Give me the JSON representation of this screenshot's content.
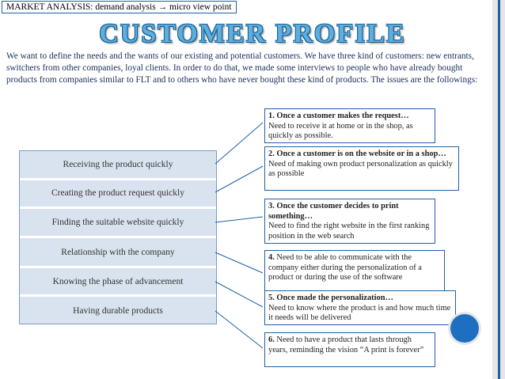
{
  "header": {
    "tag": "MARKET ANALYSIS: demand analysis → micro view point",
    "title": "CUSTOMER PROFILE"
  },
  "intro": "We want to define the needs and the wants of our existing and potential customers. We have three kind of customers: new entrants, switchers from other companies, loyal clients. In order to do that, we made some interviews to people who have already bought products from companies similar to FLT and to others who have never bought these kind of products. The issues are the followings:",
  "left_items": [
    "Receiving the product quickly",
    "Creating the product request quickly",
    "Finding the suitable website quickly",
    "Relationship with the company",
    "Knowing the phase of advancement",
    "Having durable products"
  ],
  "boxes": [
    {
      "head": "1. Once a customer makes the request…",
      "body": "Need to receive it at home or in the shop,  as quickly as possible."
    },
    {
      "head": "2. Once a customer is on the website or in a shop…",
      "body": "Need of making own product personalization as quickly as possible"
    },
    {
      "head": "3. Once the customer decides to print something…",
      "body": "Need to find the right website in the first ranking position in the web search"
    },
    {
      "head": "4.",
      "body": "Need to be able to communicate with the company either during the personalization of a product or during the use of the software"
    },
    {
      "head": "5. Once made the personalization…",
      "body": "Need to know where the product is and how much time it needs will be delivered"
    },
    {
      "head": "6.",
      "body": "Need to have a product that lasts through years, reminding the vision “A print is forever”"
    }
  ],
  "colors": {
    "accent": "#1f5fa8",
    "title": "#5bb0e0",
    "panel": "#d9e3ef"
  }
}
